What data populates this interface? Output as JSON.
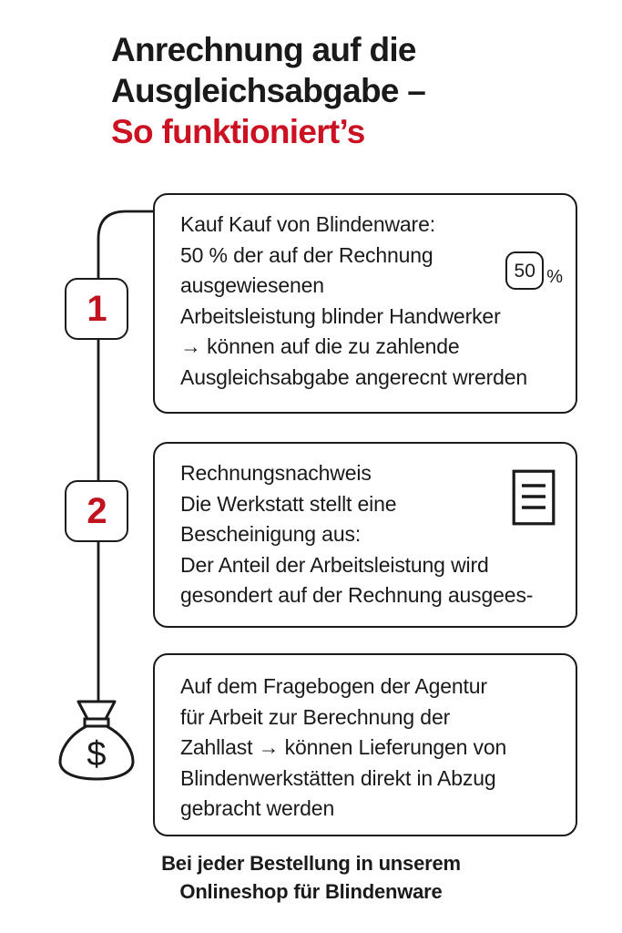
{
  "title": {
    "line1": "Anrechnung auf die",
    "line2": "Ausgleichsabgabe –",
    "line3": "So funktioniert’s",
    "accent_color": "#cc1122"
  },
  "steps": [
    {
      "number": "1",
      "badge_name": "step-number-1",
      "lines": [
        "Kauf Kauf von Blindenware:",
        "50 % der auf der Rechnung",
        "ausgewiesenen",
        "Arbeitsleistung blinder Handwerker",
        "→ können auf die zu zahlende",
        "Ausgleichsabgabe angerecnt wrerden"
      ],
      "icon": {
        "name": "percent-50-icon",
        "value": "50",
        "unit": "%"
      }
    },
    {
      "number": "2",
      "badge_name": "step-number-2",
      "lines": [
        "Rechnungsnachweis",
        "Die Werkstatt stellt eine",
        "Bescheinigung aus:",
        "Der Anteil der Arbeitsleistung wird",
        "gesondert auf der Rechnung ausgees-"
      ],
      "icon": {
        "name": "document-icon",
        "value": "",
        "unit": ""
      }
    },
    {
      "number": "",
      "badge_name": "money-bag",
      "lines": [
        "Auf dem Fragebogen der Agentur",
        "für Arbeit zur Berechnung der",
        "Zahllast → können Lieferungen von",
        "Blindenwerkstätten direkt in Abzug",
        "gebracht werden"
      ],
      "icon": {
        "name": "money-bag-icon",
        "value": "$",
        "unit": ""
      }
    }
  ],
  "footer": {
    "line1": "Bei jeder Bestellung in unserem",
    "line2": "Onlineshop für Blindenware"
  },
  "colors": {
    "ink": "#1a1a1a",
    "accent_red": "#cc1122",
    "number_red": "#c1121f",
    "background": "#ffffff"
  }
}
